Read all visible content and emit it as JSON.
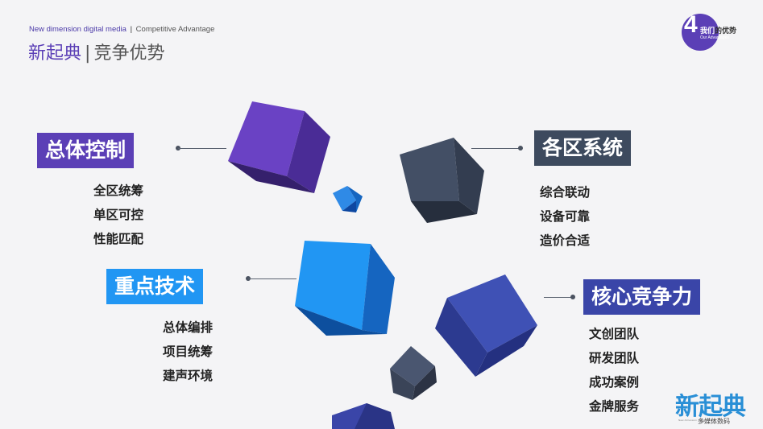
{
  "header": {
    "subtitle_brand": "New dimension digital media",
    "subtitle_sep": "|",
    "subtitle_en": "Competitive Advantage",
    "title_brand": "新起典",
    "title_sep": "|",
    "title_rest": "竞争优势"
  },
  "badge": {
    "number": "4",
    "text_light": "我们",
    "text_dark": "的优势",
    "text_en": "Our Advantages"
  },
  "sections": [
    {
      "label": "总体控制",
      "color": "#5b3fb6",
      "items": [
        "全区统筹",
        "单区可控",
        "性能匹配"
      ]
    },
    {
      "label": "各区系统",
      "color": "#3d4a5e",
      "items": [
        "综合联动",
        "设备可靠",
        "造价合适"
      ]
    },
    {
      "label": "重点技术",
      "color": "#2196f3",
      "items": [
        "总体编排",
        "项目统筹",
        "建声环境"
      ]
    },
    {
      "label": "核心竞争力",
      "color": "#3a45a8",
      "items": [
        "文创团队",
        "研发团队",
        "成功案例",
        "金牌服务"
      ]
    }
  ],
  "logo": {
    "mark": "新起典",
    "tagline": "多媒体数码",
    "small_print": "New dimension digital media"
  }
}
